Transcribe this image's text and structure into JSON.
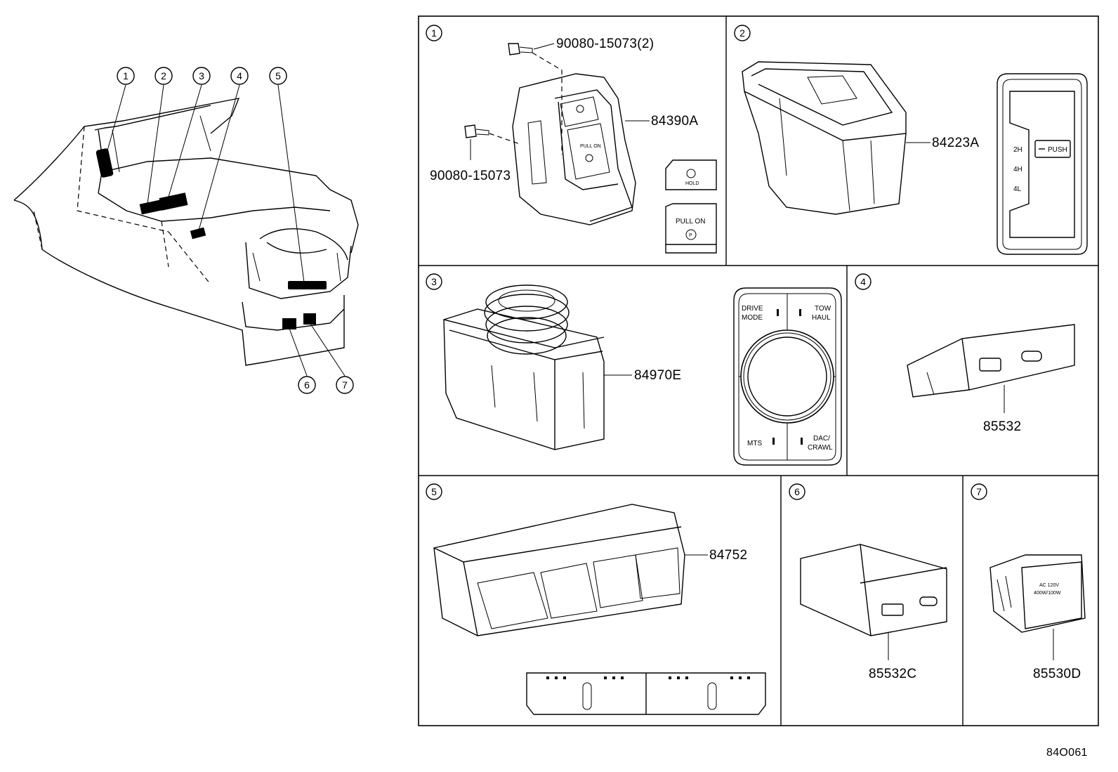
{
  "overview": {
    "callouts": [
      "1",
      "2",
      "3",
      "4",
      "5",
      "6",
      "7"
    ]
  },
  "panels": [
    {
      "number": "1",
      "parts": [
        "90080-15073(2)",
        "84390A",
        "90080-15073"
      ],
      "button_labels": {
        "hold": "HOLD",
        "pull_on": "PULL ON"
      }
    },
    {
      "number": "2",
      "parts": [
        "84223A"
      ],
      "button_labels": {
        "push": "PUSH",
        "h2": "2H",
        "h4": "4H",
        "l4": "4L"
      }
    },
    {
      "number": "3",
      "parts": [
        "84970E"
      ],
      "button_labels": {
        "drive_mode_1": "DRIVE",
        "drive_mode_2": "MODE",
        "tow_1": "TOW",
        "tow_2": "HAUL",
        "mts": "MTS",
        "dac_1": "DAC/",
        "dac_2": "CRAWL"
      }
    },
    {
      "number": "4",
      "parts": [
        "85532"
      ]
    },
    {
      "number": "5",
      "parts": [
        "84752"
      ]
    },
    {
      "number": "6",
      "parts": [
        "85532C"
      ]
    },
    {
      "number": "7",
      "parts": [
        "85530D"
      ],
      "button_labels": {
        "ac_1": "AC 120V",
        "ac_2": "400W/100W"
      }
    }
  ],
  "figure_code": "84O061"
}
